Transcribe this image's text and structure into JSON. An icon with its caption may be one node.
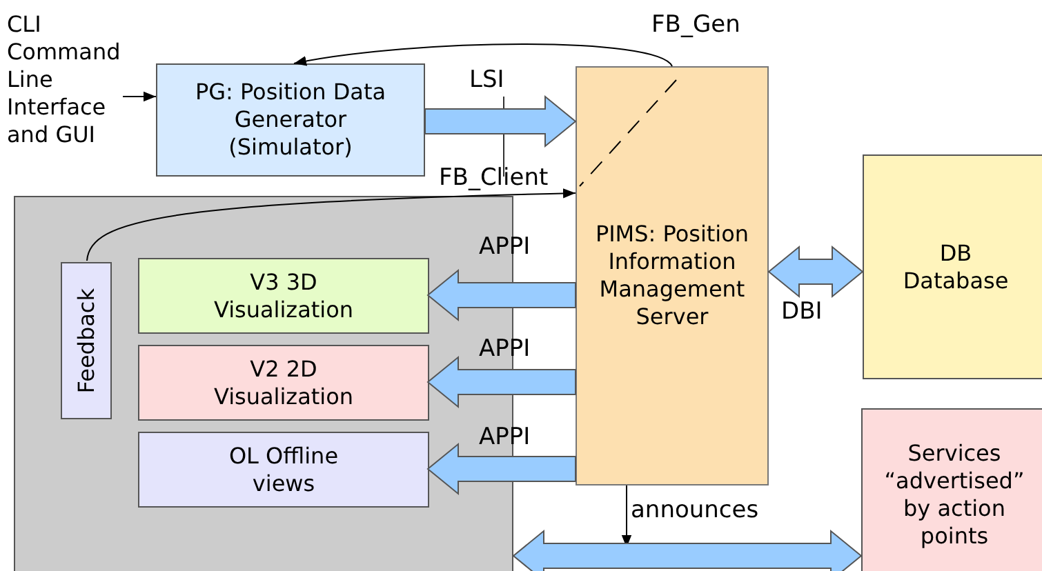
{
  "diagram": {
    "nodes": [
      {
        "text": [
          "CLI Command Line Interface and GUI"
        ]
      },
      {
        "text": [
          "PG: Position Data Generator (Simulator)"
        ]
      },
      {
        "text": [
          "PIMS: Position Information Management Server"
        ]
      },
      {
        "text": [],
        "shape": "box"
      },
      {
        "text": [
          "Feedback"
        ],
        "in": 3
      },
      {
        "text": [
          "V3 3D Visualization"
        ],
        "in": 3
      },
      {
        "text": [
          "V2 2D Visualization"
        ],
        "in": 3
      },
      {
        "text": [
          "OL Offline views"
        ],
        "in": 3
      },
      {
        "text": [
          "DB Database"
        ]
      },
      {
        "text": [
          "Services “advertised” by action points"
        ]
      }
    ],
    "edges": [
      {
        "from": 0,
        "to": 1,
        "arrow": "to",
        "color": "#000000"
      },
      {
        "from": 1,
        "to": 2,
        "arrow": "to",
        "label": "LSI",
        "style": "thick"
      },
      {
        "from": 2,
        "to": 1,
        "arrow": "to",
        "label": "FB_Gen",
        "color": "#000000"
      },
      {
        "from": 4,
        "to": 2,
        "arrow": "to",
        "label": "FB_Client",
        "color": "#000000"
      },
      {
        "from": 2,
        "to": 5,
        "arrow": "to",
        "label": "APPI",
        "style": "thick"
      },
      {
        "from": 2,
        "to": 6,
        "arrow": "to",
        "label": "APPI",
        "style": "thick"
      },
      {
        "from": 2,
        "to": 7,
        "arrow": "to",
        "label": "APPI",
        "style": "thick"
      },
      {
        "from": 2,
        "to": 8,
        "arrow": "both",
        "label": "DBI",
        "style": "thick"
      },
      {
        "from": 2,
        "to": null,
        "arrow": "to",
        "label": "announces",
        "color": "#000000"
      },
      {
        "from": 3,
        "to": 9,
        "arrow": "both",
        "style": "thick"
      }
    ]
  }
}
